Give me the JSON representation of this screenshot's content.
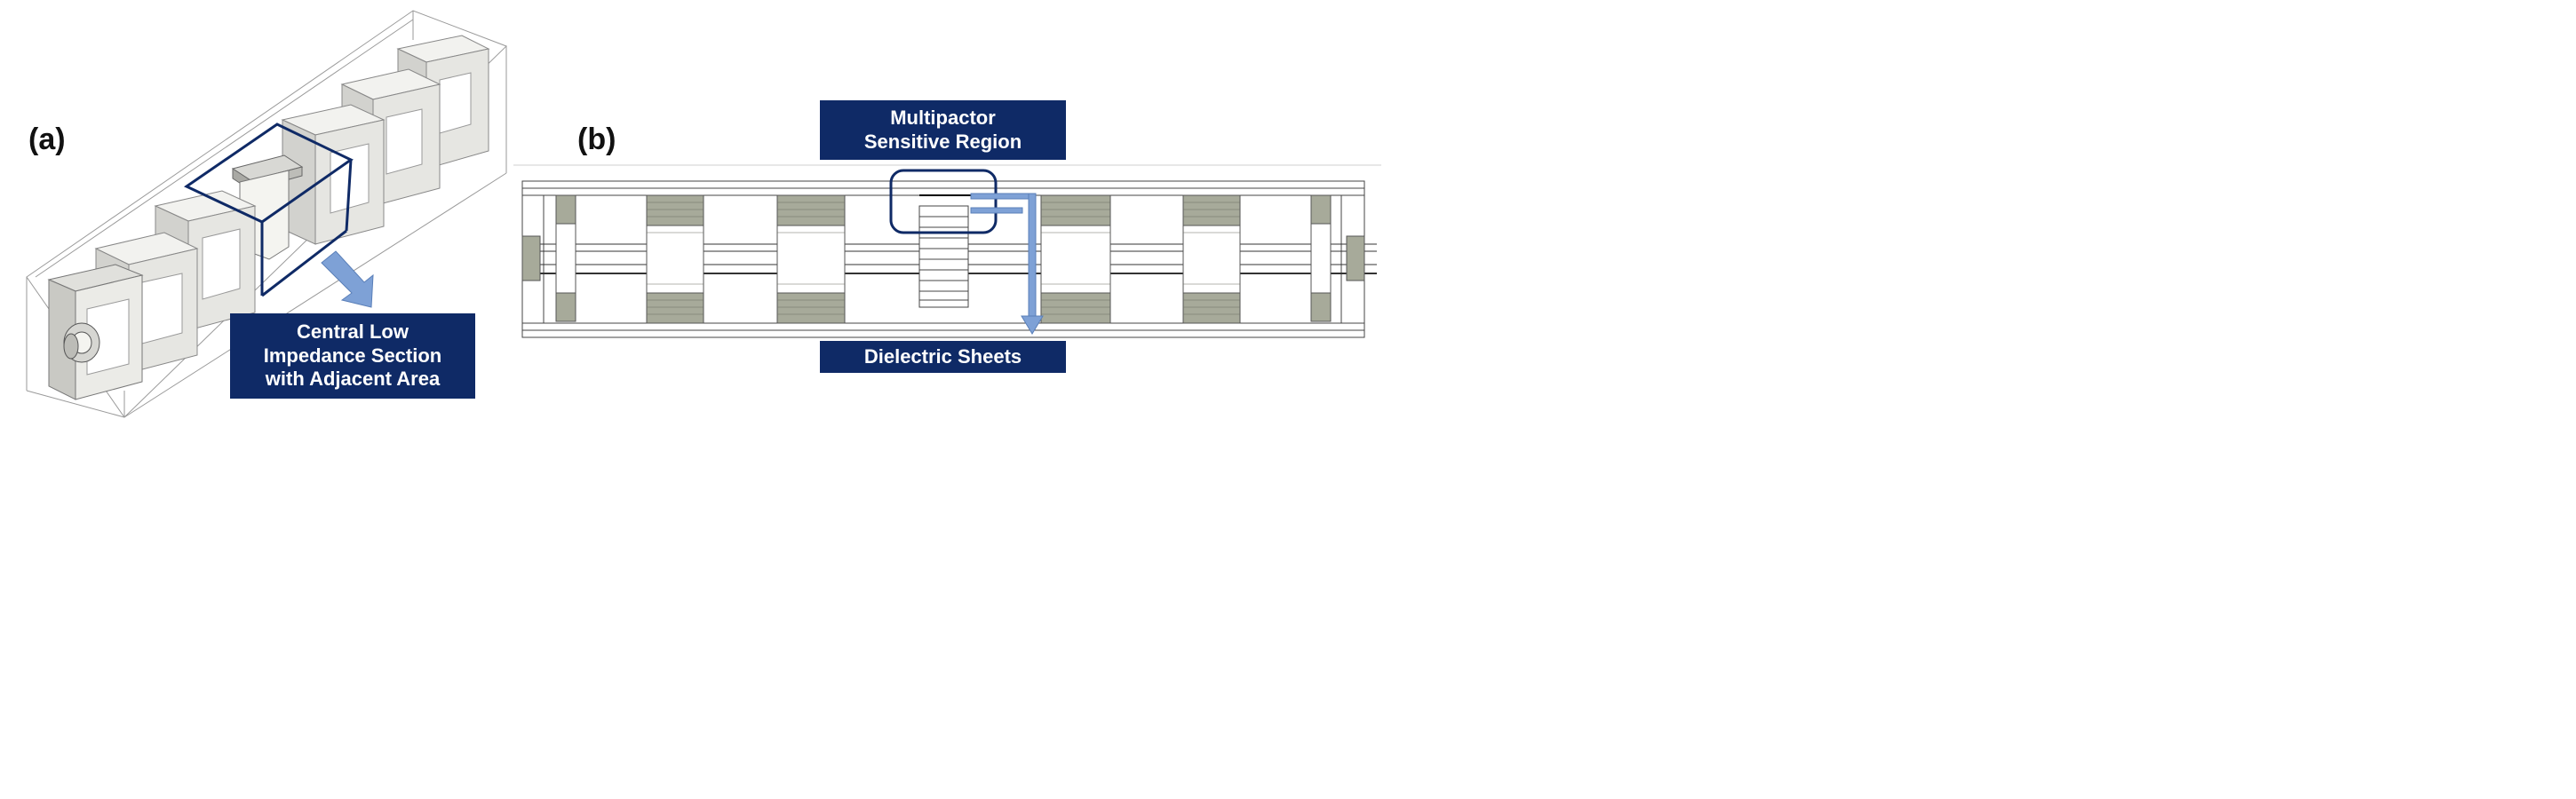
{
  "panels": {
    "a": {
      "letter": "(a)",
      "callout_lines": [
        "Central Low",
        "Impedance Section",
        "with Adjacent Area"
      ],
      "colors": {
        "outline": "#0f2a66",
        "arrow": "#7ea1d6",
        "block_face": "#e6e6e2",
        "block_side": "#cfcfcb"
      }
    },
    "b": {
      "letter": "(b)",
      "callout_top_lines": [
        "Multipactor",
        "Sensitive Region"
      ],
      "callout_bottom": "Dielectric Sheets",
      "colors": {
        "navy": "#0f2a66",
        "dielectric": "#a7aa9a",
        "arrow": "#7ea1d6"
      }
    }
  }
}
